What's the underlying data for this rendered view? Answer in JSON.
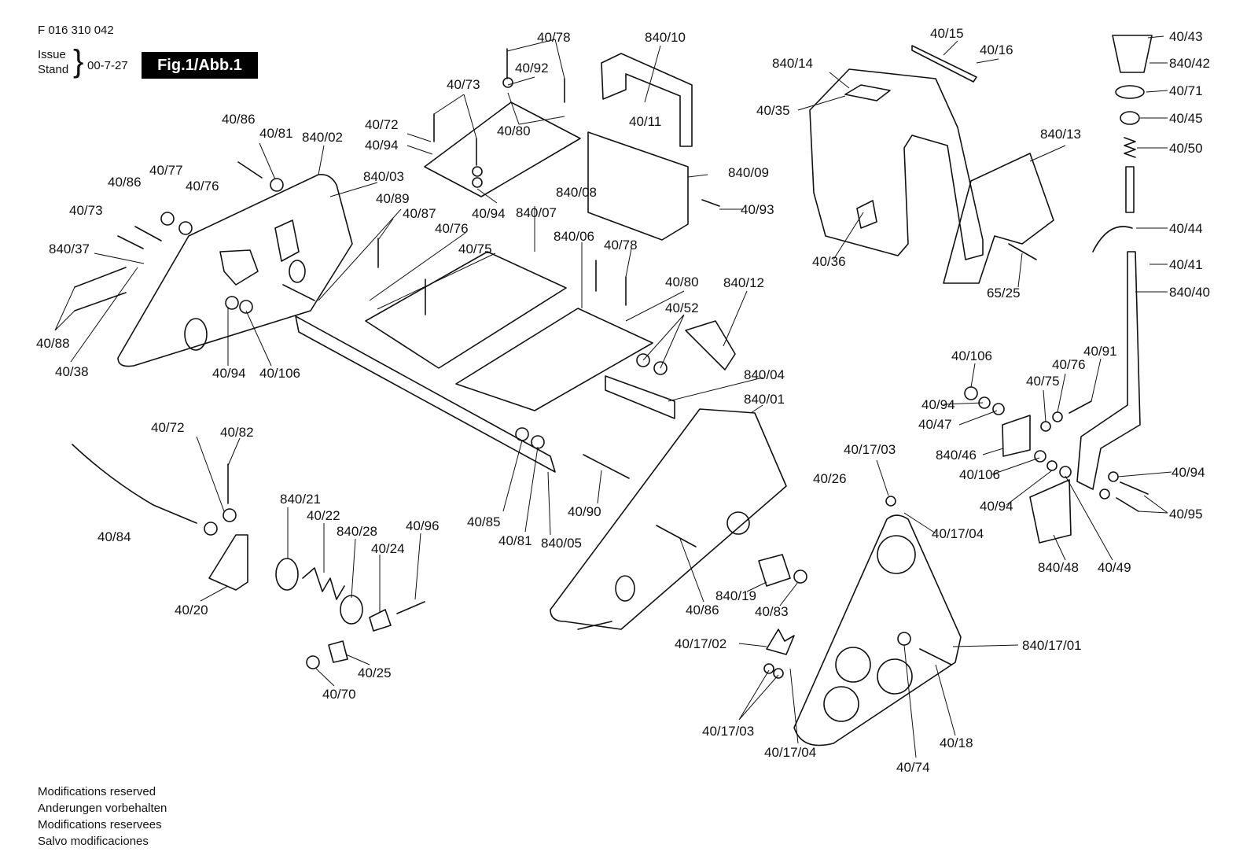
{
  "header": {
    "document_number": "F 016 310 042",
    "issue_label": "Issue",
    "stand_label": "Stand",
    "issue_date": "00-7-27",
    "figure_title": "Fig.1/Abb.1"
  },
  "footer": {
    "lines": [
      "Modifications reserved",
      "Anderungen vorbehalten",
      "Modifications reservees",
      "Salvo modificaciones"
    ]
  },
  "part_labels": [
    "40/86",
    "40/81",
    "840/02",
    "40/77",
    "40/86",
    "40/76",
    "40/73",
    "840/37",
    "40/88",
    "40/38",
    "40/94",
    "40/106",
    "840/03",
    "40/89",
    "40/72",
    "40/94",
    "40/73",
    "40/78",
    "40/92",
    "40/80",
    "40/94",
    "840/10",
    "40/11",
    "840/09",
    "40/93",
    "840/08",
    "840/07",
    "40/87",
    "40/76",
    "40/75",
    "840/06",
    "40/78",
    "40/80",
    "40/52",
    "840/12",
    "840/04",
    "840/01",
    "40/15",
    "40/16",
    "840/14",
    "40/35",
    "40/36",
    "840/13",
    "65/25",
    "40/43",
    "840/42",
    "40/71",
    "40/45",
    "40/50",
    "40/44",
    "40/41",
    "840/40",
    "40/106",
    "40/91",
    "40/76",
    "40/75",
    "40/94",
    "40/47",
    "840/46",
    "40/106",
    "40/94",
    "40/95",
    "40/94",
    "840/48",
    "40/49",
    "40/17/03",
    "40/26",
    "40/17/04",
    "840/17/01",
    "40/18",
    "40/74",
    "40/17/04",
    "40/17/03",
    "40/17/02",
    "840/19",
    "40/83",
    "40/86",
    "40/90",
    "40/85",
    "40/81",
    "840/05",
    "40/72",
    "40/82",
    "840/21",
    "40/22",
    "840/28",
    "40/24",
    "40/96",
    "40/84",
    "40/20",
    "40/25",
    "40/70"
  ]
}
